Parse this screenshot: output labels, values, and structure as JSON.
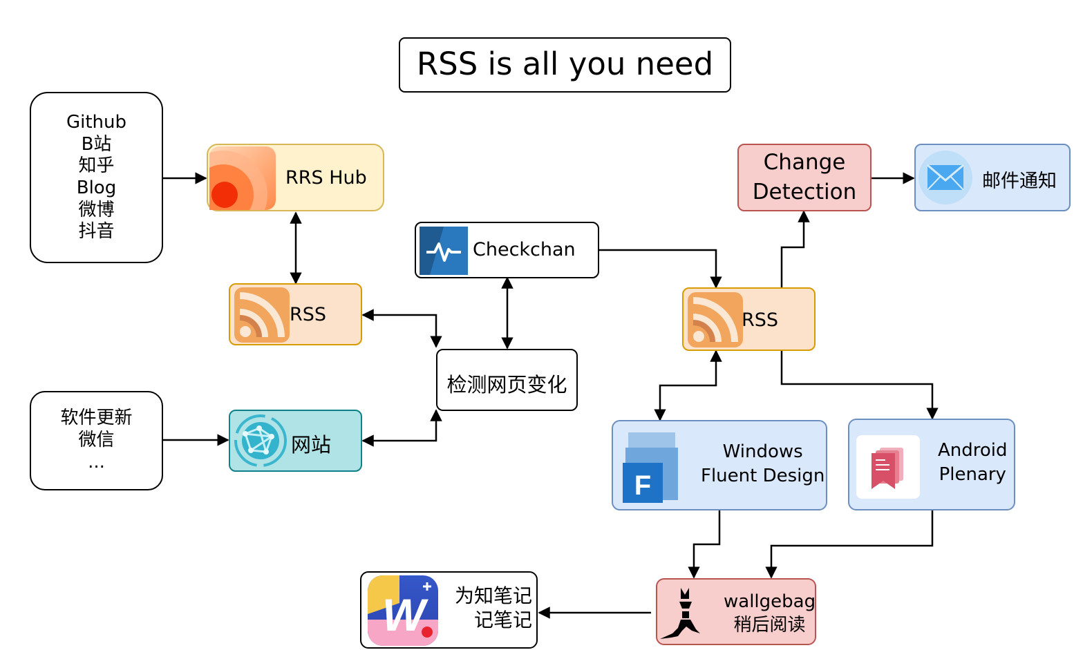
{
  "title": "RSS is all you need",
  "sources_top": [
    "Github",
    "B站",
    "知乎",
    "Blog",
    "微博",
    "抖音"
  ],
  "sources_bottom": [
    "软件更新",
    "微信",
    "..."
  ],
  "rsshub": "RRS Hub",
  "rss_left": "RSS",
  "website": "网站",
  "checkchan": "Checkchan",
  "detect": "检测网页变化",
  "rss_right": "RSS",
  "change_detection": [
    "Change",
    "Detection"
  ],
  "email": "邮件通知",
  "windows": [
    "Windows",
    "Fluent Design"
  ],
  "android": [
    "Android",
    "Plenary"
  ],
  "wallabag": [
    "wallgebag",
    "稍后阅读"
  ],
  "wiz": [
    "为知笔记",
    "记笔记"
  ],
  "wiz_icon_letter": "W",
  "fluent_icon_letter": "F",
  "colors": {
    "orange_fill": "#fce2ca",
    "orange_stroke": "#d79b00",
    "yellow_fill": "#fff2cc",
    "yellow_stroke": "#d6b656",
    "teal_fill": "#b0e3e6",
    "teal_stroke": "#0e8088",
    "red_fill": "#f8cecc",
    "red_stroke": "#b85450",
    "blue_fill": "#dae8fc",
    "blue_stroke": "#6c8ebf"
  }
}
